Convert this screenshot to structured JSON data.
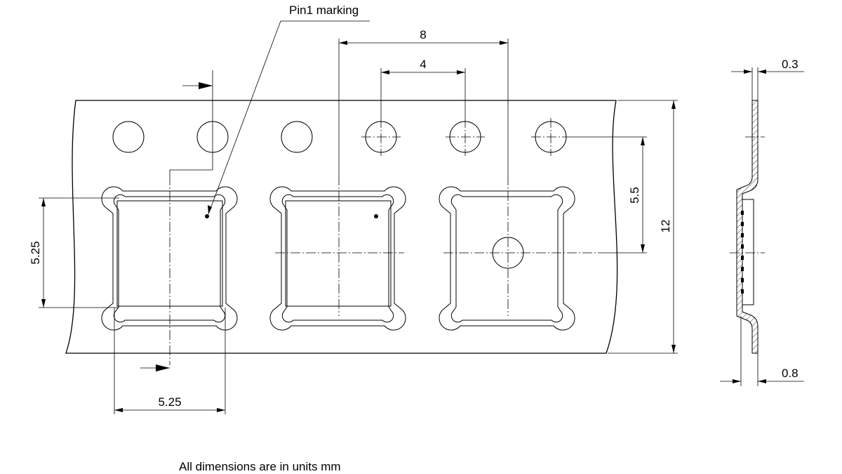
{
  "labels": {
    "pin1_marking": "Pin1 marking",
    "pitch_8": "8",
    "pitch_4": "4",
    "thickness_03": "0.3",
    "dim_55": "5.5",
    "dim_12": "12",
    "pocket_height": "5.25",
    "pocket_width": "5.25",
    "depth_08": "0.8",
    "units_note": "All dimensions are in units mm"
  }
}
